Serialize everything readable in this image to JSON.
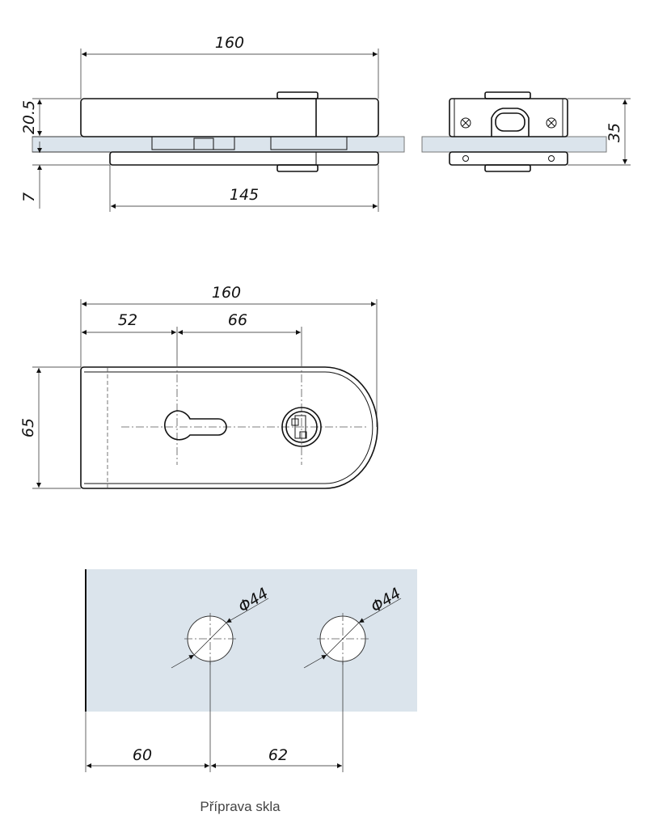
{
  "top_view": {
    "overall_length": "160",
    "base_length": "145",
    "upper_height": "20.5",
    "lower_height": "7"
  },
  "side_view": {
    "total_height": "35"
  },
  "plan_view": {
    "overall_length": "160",
    "first_offset": "52",
    "second_offset": "66",
    "height": "65"
  },
  "glass_prep": {
    "hole1_diameter": "Φ44",
    "hole2_diameter": "Φ44",
    "edge_to_hole": "60",
    "hole_spacing": "62",
    "caption": "Příprava skla"
  }
}
